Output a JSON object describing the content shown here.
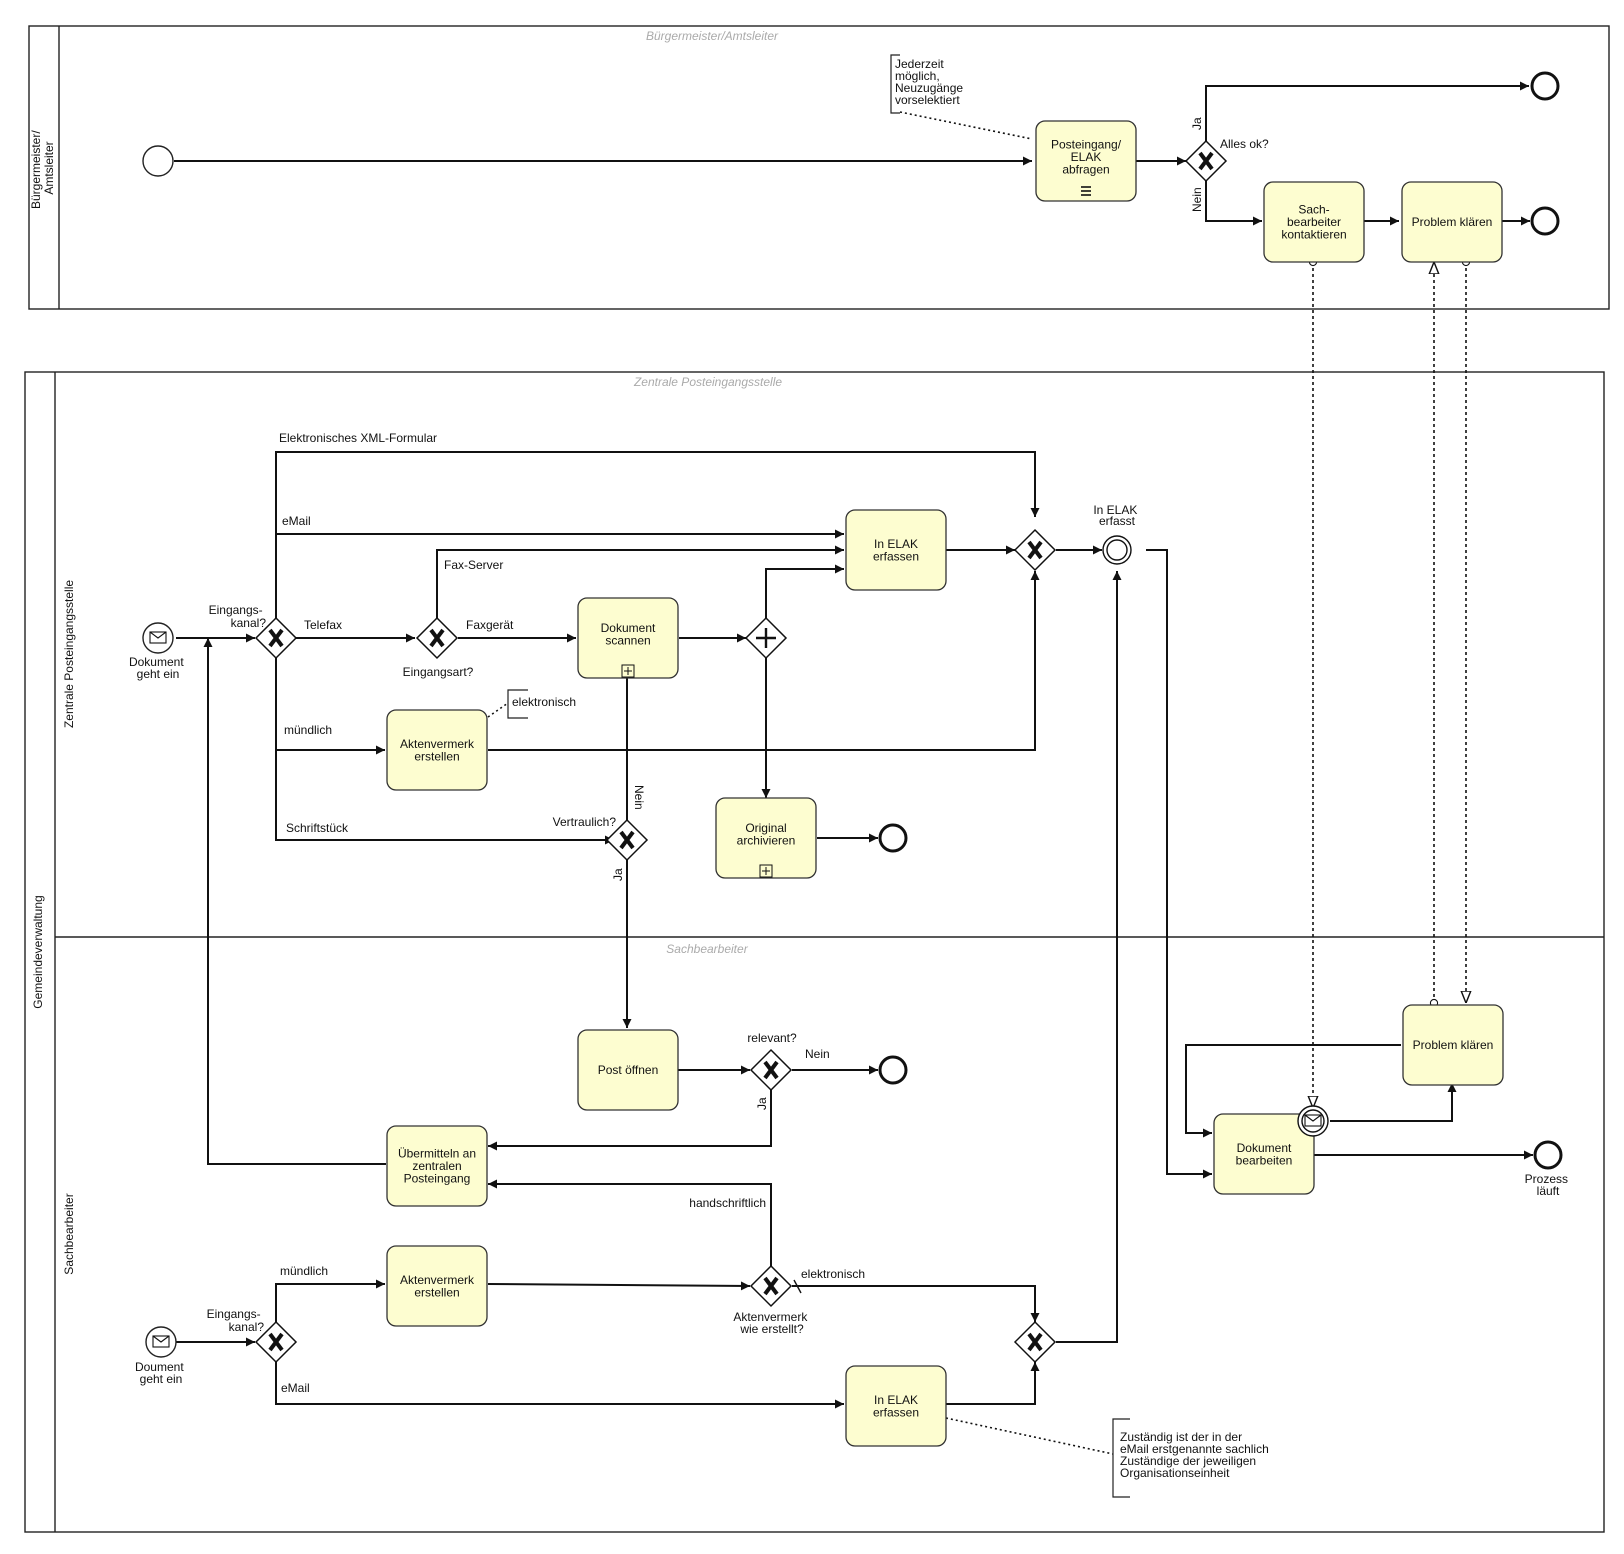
{
  "pools": {
    "top": {
      "label": "Bürgermeister/\nAmtsleiter",
      "title": "Bürgermeister/Amtsleiter"
    },
    "bottom": {
      "label": "Gemeindeverwaltung"
    }
  },
  "lanes": {
    "zentrale": {
      "label": "Zentrale Posteingangsstelle",
      "title": "Zentrale Posteingangsstelle"
    },
    "sachbearbeiter": {
      "label": "Sachbearbeiter",
      "title": "Sachbearbeiter"
    }
  },
  "tasks": {
    "posteingang_abfragen": "Posteingang/\nELAK\nabfragen",
    "sachbearbeiter_kontaktieren": "Sach-\nbearbeiter\nkontaktieren",
    "problem_klaeren_top": "Problem klären",
    "in_elak_erfassen_top": "In ELAK\nerfassen",
    "dokument_scannen": "Dokument\nscannen",
    "aktenvermerk_erstellen_top": "Aktenvermerk\nerstellen",
    "original_archivieren": "Original\narchivieren",
    "post_oeffnen": "Post öffnen",
    "uebermitteln": "Übermitteln an\nzentralen\nPosteingang",
    "aktenvermerk_erstellen_bottom": "Aktenvermerk\nerstellen",
    "in_elak_erfassen_bottom": "In ELAK\nerfassen",
    "problem_klaeren_bottom": "Problem klären",
    "dokument_bearbeiten": "Dokument\nbearbeiten"
  },
  "events": {
    "dokument_geht_ein": "Dokument\ngeht ein",
    "doument_geht_ein": "Doument\ngeht ein",
    "in_elak_erfasst": "In ELAK\nerfasst",
    "prozess_laeuft": "Prozess\nläuft"
  },
  "gateways": {
    "alles_ok": "Alles ok?",
    "eingangskanal_top": "Eingangs-\nkanal?",
    "eingangsart": "Eingangsart?",
    "vertraulich": "Vertraulich?",
    "relevant": "relevant?",
    "aktenvermerk_wie": "Aktenvermerk\nwie erstellt?",
    "eingangskanal_bottom": "Eingangs-\nkanal?"
  },
  "flow_labels": {
    "ja_top": "Ja",
    "nein_top": "Nein",
    "xml_formular": "Elektronisches XML-Formular",
    "email_top": "eMail",
    "fax_server": "Fax-Server",
    "telefax": "Telefax",
    "faxgeraet": "Faxgerät",
    "muendlich_top": "mündlich",
    "schriftstueck": "Schriftstück",
    "nein_vertraulich": "Nein",
    "ja_vertraulich": "Ja",
    "nein_relevant": "Nein",
    "ja_relevant": "Ja",
    "handschriftlich": "handschriftlich",
    "elektronisch_bottom": "elektronisch",
    "muendlich_bottom": "mündlich",
    "email_bottom": "eMail"
  },
  "annotations": {
    "jederzeit": "Jederzeit\nmöglich,\nNeuzugänge\nvorselektiert",
    "elektronisch_note": "elektronisch",
    "zustaendig": "Zuständig ist der in der\neMail erstgenannte sachlich\nZuständige der jeweiligen\nOrganisationseinheit"
  },
  "colors": {
    "task_fill": "#fdfdd0",
    "stroke": "#111111",
    "lane_title": "#aaaaaa"
  }
}
